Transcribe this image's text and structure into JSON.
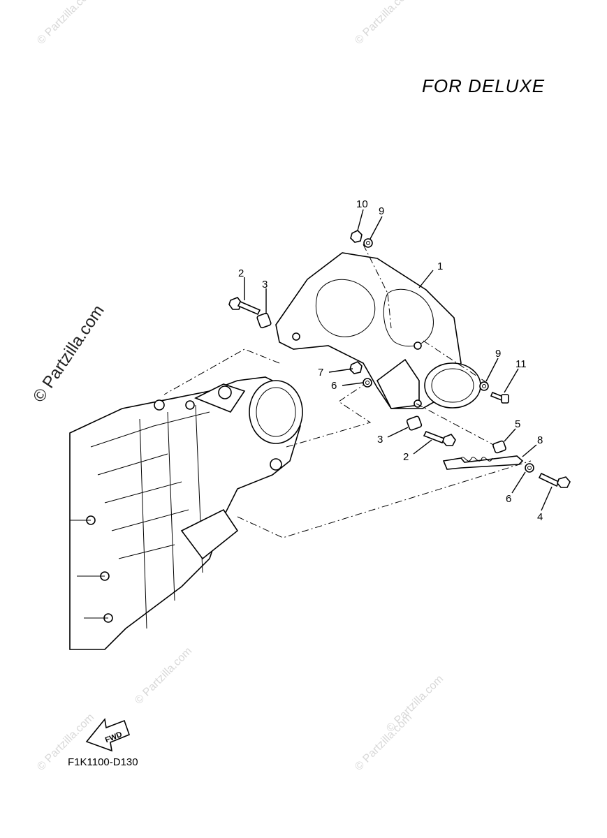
{
  "diagram": {
    "title": "FOR DELUXE",
    "figure_code": "F1K1100-D130",
    "watermark": "© Partzilla.com",
    "fwd_label": "FWD",
    "callouts": [
      "1",
      "2",
      "3",
      "10",
      "9",
      "7",
      "6",
      "9",
      "11",
      "3",
      "2",
      "5",
      "8",
      "6",
      "4"
    ]
  }
}
